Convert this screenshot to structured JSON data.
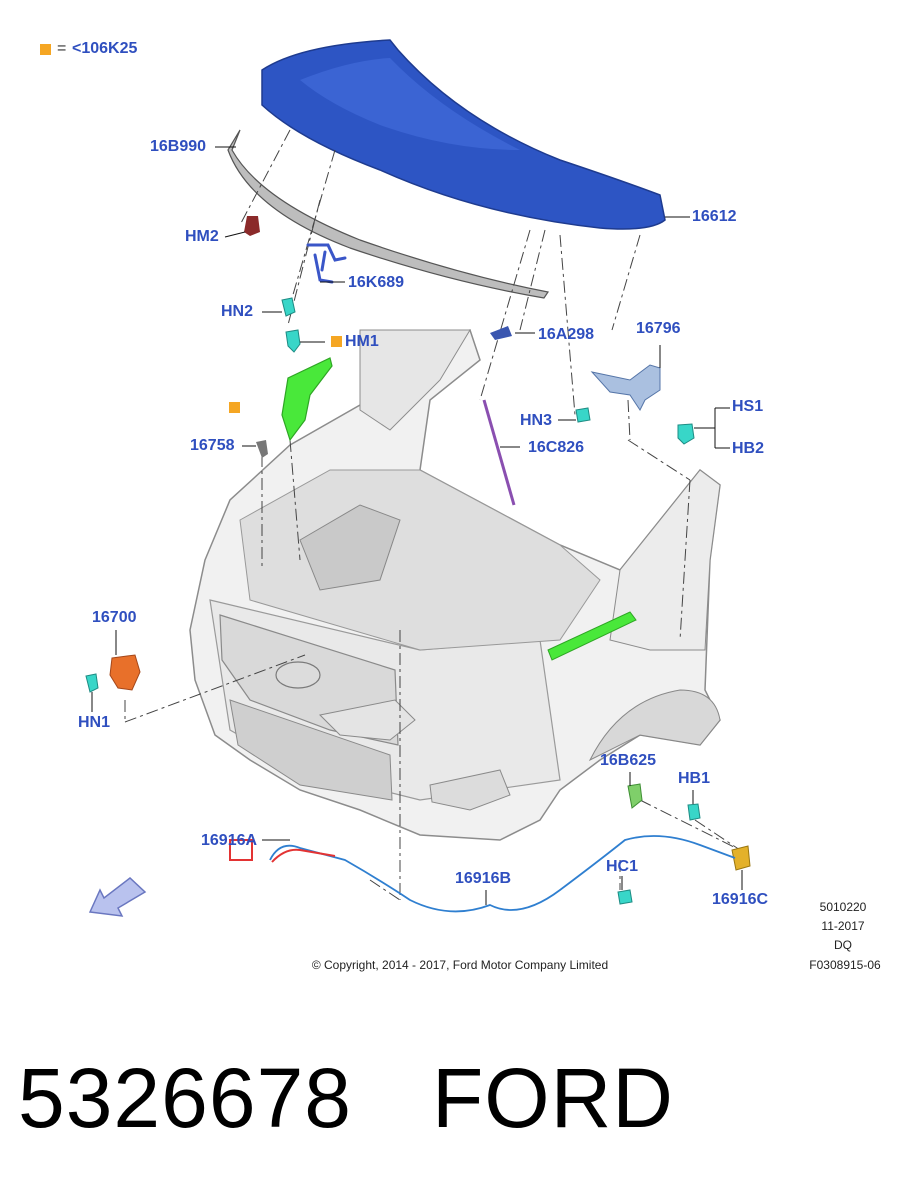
{
  "legend": {
    "equals": "=",
    "code": "<106K25",
    "marker_color": "#f5a623"
  },
  "callouts": {
    "c16B990": "16B990",
    "c16612": "16612",
    "cHM2": "HM2",
    "c16K689": "16K689",
    "cHN2": "HN2",
    "cHM1": "HM1",
    "c16A298": "16A298",
    "c16796": "16796",
    "cHN3": "HN3",
    "cHS1": "HS1",
    "cHB2": "HB2",
    "c16758": "16758",
    "c16C826": "16C826",
    "c16700": "16700",
    "cHN1": "HN1",
    "c16B625": "16B625",
    "cHB1": "HB1",
    "c16916A": "16916A",
    "c16916B": "16916B",
    "cHC1": "HC1",
    "c16916C": "16916C"
  },
  "info": {
    "id": "5010220",
    "date": "11-2017",
    "code": "DQ",
    "ref": "F0308915-06"
  },
  "copyright": "© Copyright, 2014 - 2017, Ford Motor Company Limited",
  "part_number": "5326678",
  "brand": "FORD",
  "colors": {
    "label": "#2f4fbf",
    "hood": "#2d55c4",
    "green_part": "#49e83a",
    "teal_clip": "#38d6c8",
    "cable": "#2f7fd0",
    "latch": "#e8702a",
    "bumper": "#e0e0e0",
    "highlight_box": "#e33333"
  }
}
